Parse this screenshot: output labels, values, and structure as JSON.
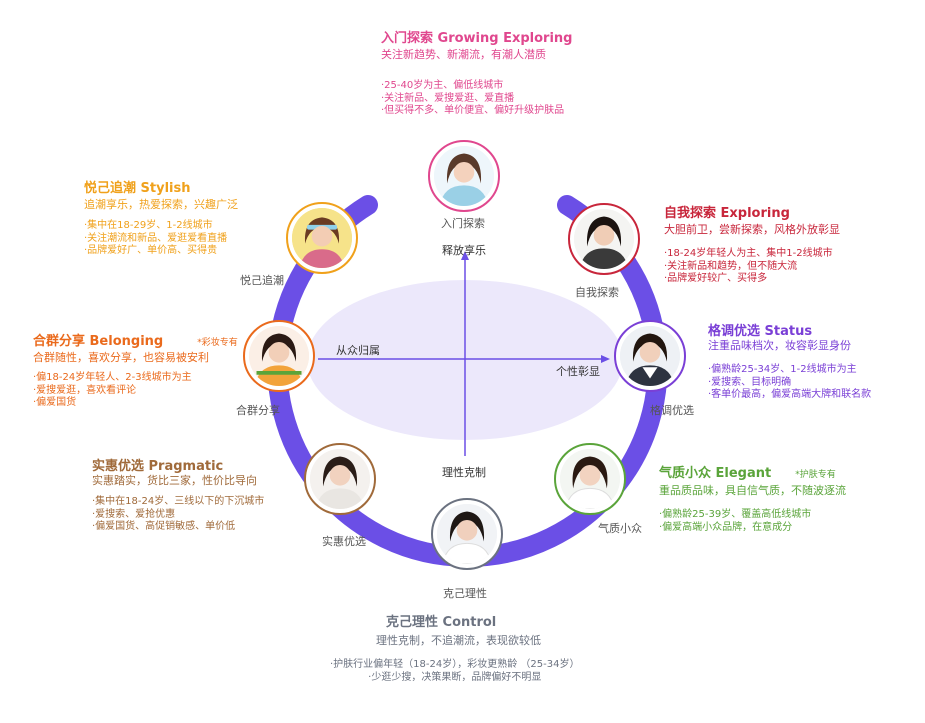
{
  "axes": {
    "left": "从众归属",
    "right": "个性彰显",
    "top": "释放享乐",
    "bottom": "理性克制"
  },
  "colors": {
    "ring": "#6b4fe6",
    "ellipse": "#ece8fb",
    "exploring_growing": "#e0478e",
    "stylish": "#f0a11b",
    "belonging": "#ea6a1c",
    "pragmatic": "#a06a3a",
    "control": "#6b7280",
    "elegant": "#5aa43a",
    "status": "#7a3fd6",
    "exploring": "#c8263b"
  },
  "segments": [
    {
      "id": "growing",
      "node_label": "入门探索",
      "title": "入门探索 Growing Exploring",
      "subtitle": "关注新趋势、新潮流，有潮人潜质",
      "bullets": [
        "·25-40岁为主、偏低线城市",
        "·关注新品、爱搜爱逛、爱直播",
        "·但买得不多、单价便宜、偏好升级护肤品"
      ]
    },
    {
      "id": "stylish",
      "node_label": "悦己追潮",
      "title": "悦己追潮 Stylish",
      "subtitle": "追潮享乐，热爱探索，兴趣广泛",
      "bullets": [
        "·集中在18-29岁、1-2线城市",
        "·关注潮流和新品、爱逛爱看直播",
        "·品牌爱好广、单价高、买得贵"
      ]
    },
    {
      "id": "belonging",
      "node_label": "合群分享",
      "title": "合群分享 Belonging",
      "tag": "*彩妆专有",
      "subtitle": "合群随性，喜欢分享，也容易被安利",
      "bullets": [
        "·偏18-24岁年轻人、2-3线城市为主",
        "·爱搜爱逛，喜欢看评论",
        "·偏爱国货"
      ]
    },
    {
      "id": "pragmatic",
      "node_label": "实惠优选",
      "title": "实惠优选 Pragmatic",
      "subtitle": "实惠踏实，货比三家，性价比导向",
      "bullets": [
        "·集中在18-24岁、三线以下的下沉城市",
        "·爱搜索、爱抢优惠",
        "·偏爱国货、高促销敏感、单价低"
      ]
    },
    {
      "id": "control",
      "node_label": "克己理性",
      "title": "克己理性 Control",
      "subtitle": "理性克制，不追潮流，表现欲较低",
      "bullets": [
        "·护肤行业偏年轻（18-24岁），彩妆更熟龄 （25-34岁）",
        "·少逛少搜，决策果断，品牌偏好不明显"
      ]
    },
    {
      "id": "elegant",
      "node_label": "气质小众",
      "title": "气质小众 Elegant",
      "tag": "*护肤专有",
      "subtitle": "重品质品味，具自信气质，不随波逐流",
      "bullets": [
        "·偏熟龄25-39岁、覆盖高低线城市",
        "·偏爱高端小众品牌，在意成分"
      ]
    },
    {
      "id": "status",
      "node_label": "格调优选",
      "title": "格调优选 Status",
      "subtitle": "注重品味档次，妆容彰显身份",
      "bullets": [
        "·偏熟龄25-34岁、1-2线城市为主",
        "·爱搜索、目标明确",
        "·客单价最高，偏爱高端大牌和联名款"
      ]
    },
    {
      "id": "exploring",
      "node_label": "自我探索",
      "title": "自我探索 Exploring",
      "subtitle": "大胆前卫，尝新探索，风格外放彰显",
      "bullets": [
        "·18-24岁年轻人为主、集中1-2线城市",
        "·关注新品和趋势，但不随大流",
        "·品牌爱好较广、买得多"
      ]
    }
  ]
}
